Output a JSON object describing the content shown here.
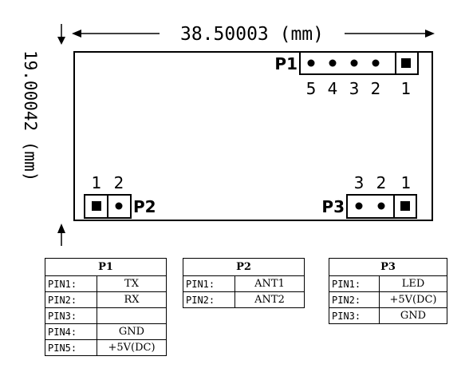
{
  "dimensions": {
    "width_label": "38.50003 (mm)",
    "height_label": "19.00042 (mm)"
  },
  "connectors": {
    "P1": {
      "label": "P1",
      "pin_numbers": [
        "5",
        "4",
        "3",
        "2",
        "1"
      ]
    },
    "P2": {
      "label": "P2",
      "pin_numbers": [
        "1",
        "2"
      ]
    },
    "P3": {
      "label": "P3",
      "pin_numbers": [
        "3",
        "2",
        "1"
      ]
    }
  },
  "tables": {
    "P1": {
      "title": "P1",
      "rows": [
        {
          "pin": "PIN1:",
          "fn": "TX"
        },
        {
          "pin": "PIN2:",
          "fn": "RX"
        },
        {
          "pin": "PIN3:",
          "fn": ""
        },
        {
          "pin": "PIN4:",
          "fn": "GND"
        },
        {
          "pin": "PIN5:",
          "fn": "+5V(DC)"
        }
      ]
    },
    "P2": {
      "title": "P2",
      "rows": [
        {
          "pin": "PIN1:",
          "fn": "ANT1"
        },
        {
          "pin": "PIN2:",
          "fn": "ANT2"
        }
      ]
    },
    "P3": {
      "title": "P3",
      "rows": [
        {
          "pin": "PIN1:",
          "fn": "LED"
        },
        {
          "pin": "PIN2:",
          "fn": "+5V(DC)"
        },
        {
          "pin": "PIN3:",
          "fn": "GND"
        }
      ]
    }
  }
}
